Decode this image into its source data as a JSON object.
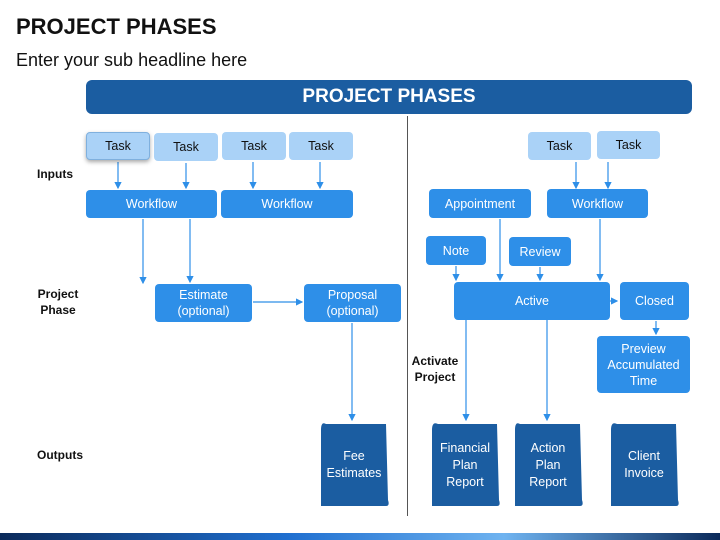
{
  "header": {
    "title": "PROJECT PHASES",
    "subtitle": "Enter your sub headline here"
  },
  "banner": {
    "label": "PROJECT PHASES"
  },
  "row_labels": {
    "inputs": "Inputs",
    "project_phase": "Project\nPhase",
    "activate_project": "Activate\nProject",
    "outputs": "Outputs"
  },
  "left": {
    "tasks": [
      "Task",
      "Task",
      "Task",
      "Task"
    ],
    "workflow_1": "Workflow",
    "workflow_2": "Workflow",
    "estimate": "Estimate\n(optional)",
    "proposal": "Proposal\n(optional)",
    "fee_estimates": "Fee\nEstimates"
  },
  "right": {
    "tasks": [
      "Task",
      "Task"
    ],
    "appointment": "Appointment",
    "workflow": "Workflow",
    "note": "Note",
    "review": "Review",
    "active": "Active",
    "closed": "Closed",
    "preview": "Preview\nAccumulated\nTime",
    "financial_plan_report": "Financial\nPlan\nReport",
    "action_plan_report": "Action\nPlan\nReport",
    "client_invoice": "Client\nInvoice"
  },
  "colors": {
    "banner": "#1b5da1",
    "dark_box": "#2e8fe8",
    "light_box": "#aad2f7",
    "scroll": "#1b5da1"
  }
}
